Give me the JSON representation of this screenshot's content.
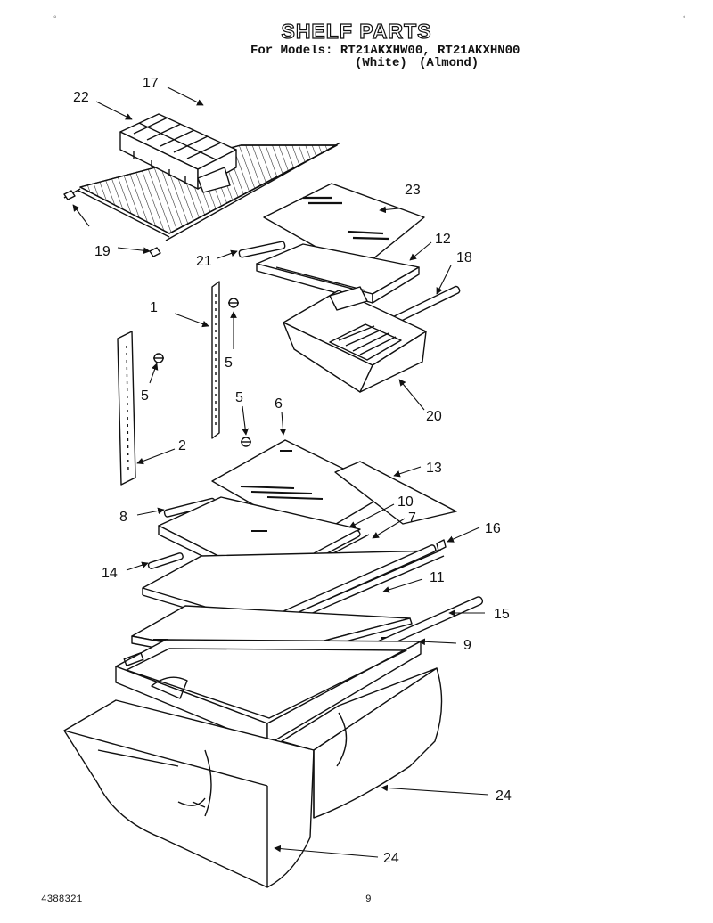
{
  "header": {
    "title": "SHELF PARTS",
    "models_line": "For Models: RT21AKXHW00, RT21AKXHN00",
    "color_white": "(White)",
    "color_almond": "(Almond)"
  },
  "callouts": [
    {
      "id": "17",
      "label": "17"
    },
    {
      "id": "22",
      "label": "22"
    },
    {
      "id": "19",
      "label": "19"
    },
    {
      "id": "23",
      "label": "23"
    },
    {
      "id": "12",
      "label": "12"
    },
    {
      "id": "21",
      "label": "21"
    },
    {
      "id": "18",
      "label": "18"
    },
    {
      "id": "1",
      "label": "1"
    },
    {
      "id": "5a",
      "label": "5"
    },
    {
      "id": "5b",
      "label": "5"
    },
    {
      "id": "5c",
      "label": "5"
    },
    {
      "id": "20",
      "label": "20"
    },
    {
      "id": "6",
      "label": "6"
    },
    {
      "id": "2",
      "label": "2"
    },
    {
      "id": "13",
      "label": "13"
    },
    {
      "id": "8",
      "label": "8"
    },
    {
      "id": "10",
      "label": "10"
    },
    {
      "id": "7",
      "label": "7"
    },
    {
      "id": "16",
      "label": "16"
    },
    {
      "id": "14",
      "label": "14"
    },
    {
      "id": "11",
      "label": "11"
    },
    {
      "id": "15",
      "label": "15"
    },
    {
      "id": "9",
      "label": "9"
    },
    {
      "id": "24a",
      "label": "24"
    },
    {
      "id": "24b",
      "label": "24"
    }
  ],
  "footer": {
    "doc_number": "4388321",
    "page": "9"
  }
}
